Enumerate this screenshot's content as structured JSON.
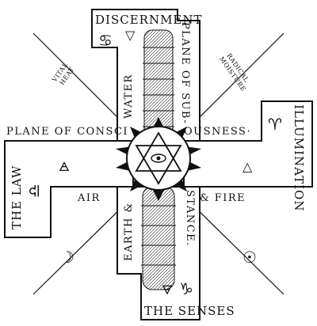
{
  "diagram": {
    "top_banner": "DISCERNMENT",
    "right_banner": "ILLUMINATION",
    "bottom_banner": "THE SENSES",
    "left_banner": "THE LAW",
    "plane_consciousness_left": "PLANE OF CONSCI",
    "plane_consciousness_right": "OUSNESS·",
    "plane_substance_top": "PLANE OF SUB-",
    "plane_substance_bottom": "STANCE.",
    "water": "WATER",
    "air": "AIR",
    "fire": "& FIRE",
    "earth": "EARTH &",
    "vital_heat": "VITAL\nHEAT",
    "radical_moisture": "RADICAL\nMOISTURE"
  },
  "symbols": {
    "cancer": "♋",
    "water_tri": "▽",
    "capricorn": "♑",
    "aries_like": "♈",
    "fire_tri": "△",
    "air_tri": "🜁",
    "earth_tri": "🜃",
    "sun": "☉",
    "moon": "☽",
    "libra": "♎",
    "eye": "◉"
  }
}
